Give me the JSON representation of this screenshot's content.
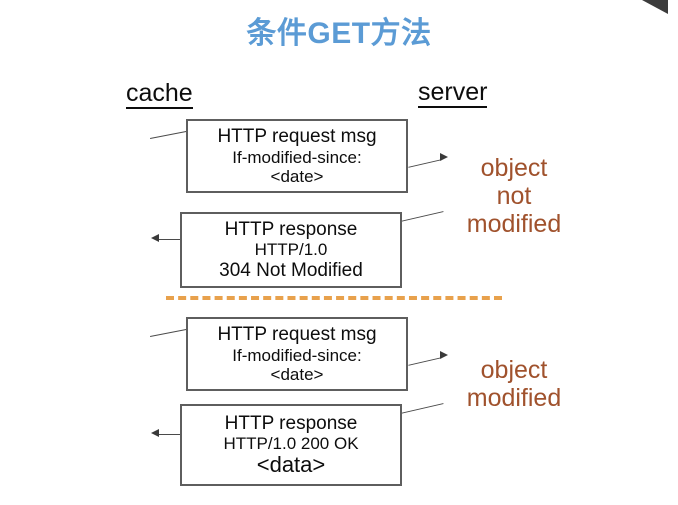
{
  "slide": {
    "title": "条件GET方法",
    "background_color": "#ffffff",
    "title_color": "#5b9bd5",
    "annotation_color": "#a0522d",
    "divider_color": "#e8a14c",
    "box_border_color": "#5e5e5e"
  },
  "columns": {
    "left_label": "cache",
    "right_label": "server"
  },
  "messages": [
    {
      "id": "box1",
      "direction": "cache-to-server",
      "lines": [
        "HTTP request msg",
        "If-modified-since:",
        "<date>"
      ]
    },
    {
      "id": "box2",
      "direction": "server-to-cache",
      "lines": [
        "HTTP response",
        "HTTP/1.0",
        "304 Not Modified"
      ]
    },
    {
      "id": "box3",
      "direction": "cache-to-server",
      "lines": [
        "HTTP request msg",
        "If-modified-since:",
        "<date>"
      ]
    },
    {
      "id": "box4",
      "direction": "server-to-cache",
      "lines": [
        "HTTP response",
        "HTTP/1.0 200 OK",
        "<data>"
      ]
    }
  ],
  "annotations": {
    "top": [
      "object",
      "not",
      "modified"
    ],
    "bottom": [
      "object",
      "modified"
    ]
  }
}
